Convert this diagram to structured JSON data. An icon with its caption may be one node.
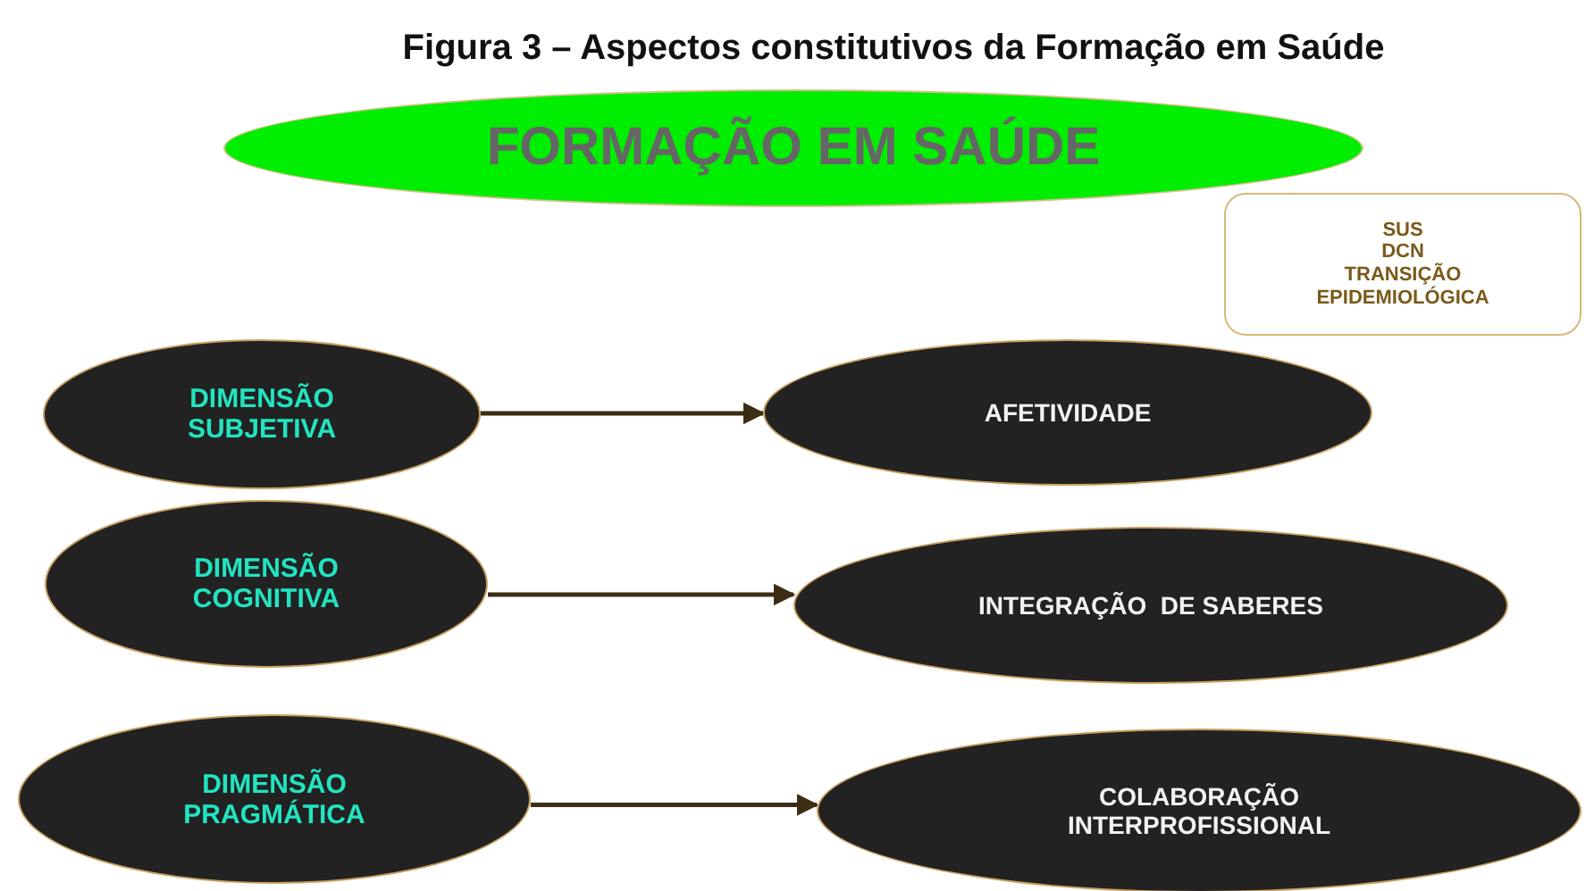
{
  "diagram": {
    "title": "Figura 3 – Aspectos constitutivos da Formação em Saúde",
    "nodes": [
      {
        "text": [
          "FORMAÇÃO EM SAÚDE"
        ]
      },
      {
        "text": [
          "SUS",
          "DCN",
          "TRANSIÇÃO EPIDEMIOLÓGICA"
        ]
      },
      {
        "text": [
          "DIMENSÃO SUBJETIVA"
        ]
      },
      {
        "text": [
          "AFETIVIDADE"
        ]
      },
      {
        "text": [
          "DIMENSÃO COGNITIVA"
        ]
      },
      {
        "text": [
          "INTEGRAÇÃO  DE SABERES"
        ]
      },
      {
        "text": [
          "DIMENSÃO PRAGMÁTICA"
        ]
      },
      {
        "text": [
          "COLABORAÇÃO INTERPROFISSIONAL"
        ]
      }
    ],
    "edges": [
      {
        "from": 2,
        "to": 3,
        "arrow": "to"
      },
      {
        "from": 4,
        "to": 5,
        "arrow": "to"
      },
      {
        "from": 6,
        "to": 7,
        "arrow": "to"
      }
    ]
  }
}
